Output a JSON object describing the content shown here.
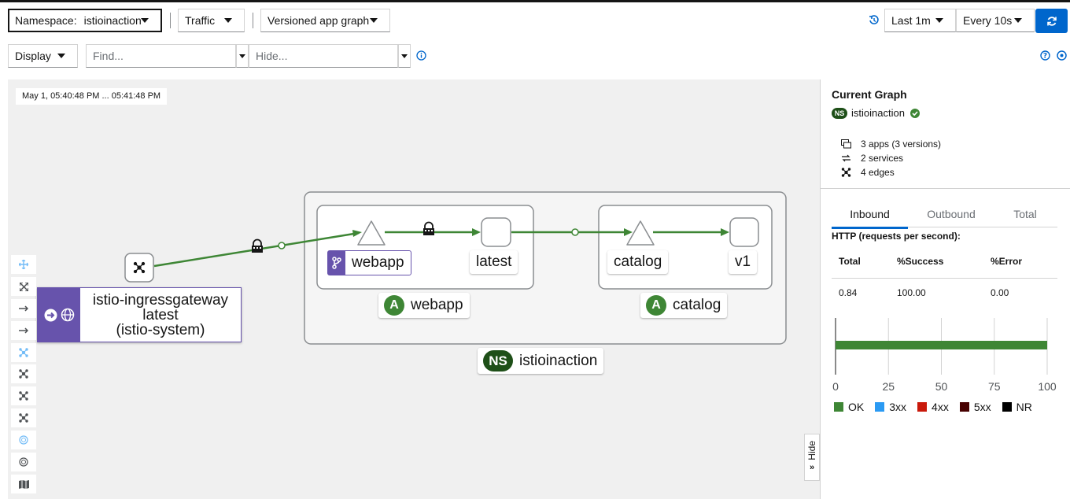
{
  "toolbar": {
    "namespace_label": "Namespace:",
    "namespace_value": "istioinaction",
    "traffic_label": "Traffic",
    "graph_type": "Versioned app graph",
    "duration": "Last 1m",
    "refresh_interval": "Every 10s",
    "display_label": "Display",
    "find_placeholder": "Find...",
    "hide_placeholder": "Hide..."
  },
  "graph": {
    "time_range": "May 1, 05:40:48 PM ... 05:41:48 PM",
    "ingress": {
      "name": "istio-ingressgateway",
      "version": "latest",
      "namespace": "(istio-system)"
    },
    "namespace_box": {
      "badge": "NS",
      "label": "istioinaction"
    },
    "app_webapp": {
      "badge": "A",
      "label": "webapp",
      "service": "webapp",
      "version": "latest"
    },
    "app_catalog": {
      "badge": "A",
      "label": "catalog",
      "service": "catalog",
      "version": "v1"
    },
    "hide_tab": "Hide"
  },
  "side_panel": {
    "title": "Current Graph",
    "ns_badge": "NS",
    "namespace": "istioinaction",
    "apps": "3 apps (3 versions)",
    "services": "2 services",
    "edges": "4 edges",
    "tabs": [
      "Inbound",
      "Outbound",
      "Total"
    ],
    "http_title": "HTTP (requests per second):",
    "table_headers": [
      "Total",
      "%Success",
      "%Error"
    ],
    "table_values": [
      "0.84",
      "100.00",
      "0.00"
    ]
  },
  "chart_data": {
    "type": "bar",
    "categories": [
      "OK",
      "3xx",
      "4xx",
      "5xx",
      "NR"
    ],
    "values": [
      100,
      0,
      0,
      0,
      0
    ],
    "xlim": [
      0,
      100
    ],
    "ticks": [
      "0",
      "25",
      "50",
      "75",
      "100"
    ],
    "colors": {
      "OK": "#3e8635",
      "3xx": "#2b9af3",
      "4xx": "#c9190b",
      "5xx": "#470000",
      "NR": "#000000"
    }
  },
  "colors": {
    "accent": "#06c",
    "edge": "#3e8635",
    "ns_green": "#1e4f18",
    "ingress_purple": "#6753ac"
  }
}
